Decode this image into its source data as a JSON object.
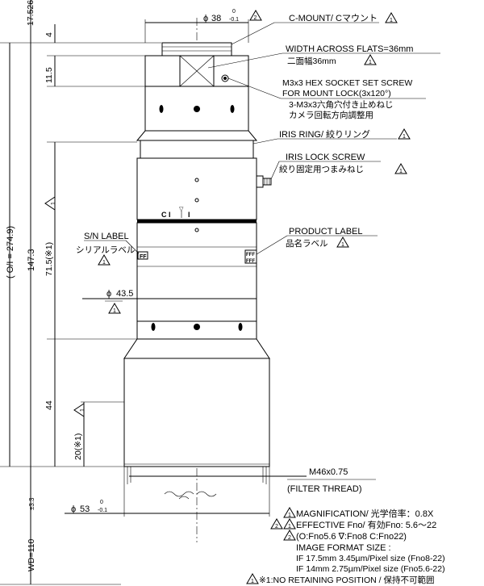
{
  "dims": {
    "d17_526": "17.526",
    "d4": "4",
    "d11_5": "11.5",
    "d147_3": "147.3",
    "d71_5": "71.5(※1)",
    "d44": "44",
    "d20": "20(※1)",
    "oi": "( O/I = 274.9)",
    "wd": "WD=110",
    "wd_tol": "±3.3",
    "dia38": "38",
    "dia38_tol_top": "0",
    "dia38_tol_bot": "-0.1",
    "dia43_5": "43.5",
    "dia53": "53",
    "dia53_tol_top": "0",
    "dia53_tol_bot": "-0.1",
    "phi": "ϕ",
    "m46": "M46x0.75",
    "filter": "(FILTER THREAD)"
  },
  "triangles": {
    "t1": "1",
    "t2": "2"
  },
  "callouts": {
    "cmount": "C-MOUNT/ Cマウント",
    "flats_en": "WIDTH ACROSS FLATS=36mm",
    "flats_jp": "二面幅36mm",
    "screw_en1": "M3x3 HEX SOCKET SET SCREW",
    "screw_en2": "FOR MOUNT LOCK(3x120°)",
    "screw_jp1": "3-M3x3六角穴付き止めねじ",
    "screw_jp2": "カメラ回転方向調整用",
    "iris_ring": "IRIS RING/ 絞りリング",
    "iris_lock_en": "IRIS LOCK SCREW",
    "iris_lock_jp": "絞り固定用つまみねじ",
    "product_en": "PRODUCT LABEL",
    "product_jp": "品名ラベル",
    "sn_en": "S/N LABEL",
    "sn_jp": "シリアルラベル"
  },
  "marks": {
    "ff": "FF",
    "fff": "FFF",
    "ci": "C I",
    "i": "I",
    "v": "▽"
  },
  "notes": {
    "mag": "MAGNIFICATION/ 光学倍率：0.8X",
    "fno": "EFFECTIVE Fno/ 有効Fno: 5.6～22",
    "fno_detail": "(O:Fno5.6  ∇:Fno8  C:Fno22)",
    "img": "IMAGE FORMAT SIZE :",
    "if1": "IF 17.5mm 3.45µm/Pixel size (Fno8-22)",
    "if2": "IF 14mm 2.75µm/Pixel size (Fno5.6-22)",
    "nr": "※1:NO RETAINING POSITION / 保持不可範囲"
  }
}
